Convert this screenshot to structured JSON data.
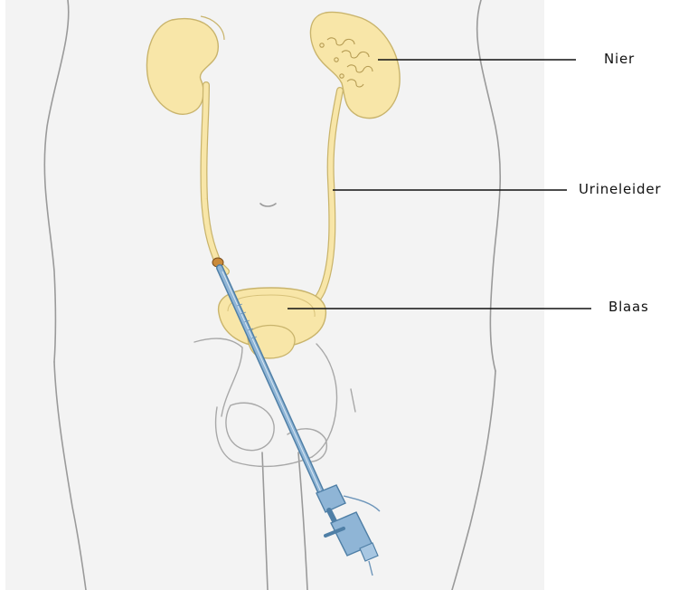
{
  "labels": {
    "kidney": "Nier",
    "ureter": "Urineleider",
    "bladder": "Blaas"
  },
  "colors": {
    "background": "#ffffff",
    "body_panel": "#f3f3f3",
    "body_outline": "#9a9a9a",
    "organ_fill": "#f8e6a8",
    "organ_outline": "#c9b46c",
    "instrument_fill": "#8fb5d6",
    "instrument_outline": "#4f7fa6",
    "leader_line": "#111111"
  },
  "icons": {
    "instrument": "ureteroscope-icon"
  }
}
